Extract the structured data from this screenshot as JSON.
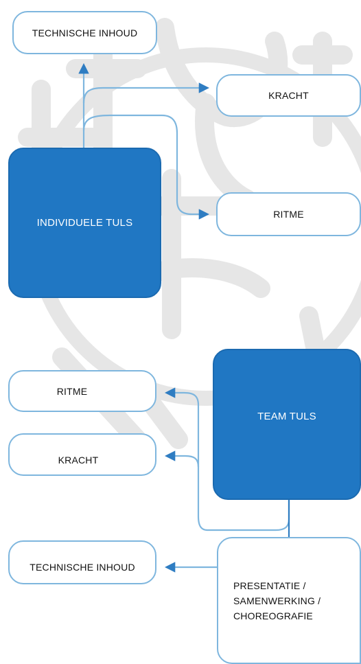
{
  "colors": {
    "accent_fill": "#2077c3",
    "connector": "#7eb6de",
    "arrow": "#2f7dc2"
  },
  "individual": {
    "label": "INDIVIDUELE TULS",
    "targets": {
      "technical": "TECHNISCHE INHOUD",
      "power": "KRACHT",
      "rhythm": "RITME"
    }
  },
  "team": {
    "label": "TEAM TULS",
    "targets": {
      "rhythm": "RITME",
      "power": "KRACHT",
      "technical": "TECHNISCHE INHOUD",
      "presentation_lines": [
        "PRESENTATIE /",
        "SAMENWERKING /",
        "CHOREOGRAFIE"
      ]
    }
  }
}
